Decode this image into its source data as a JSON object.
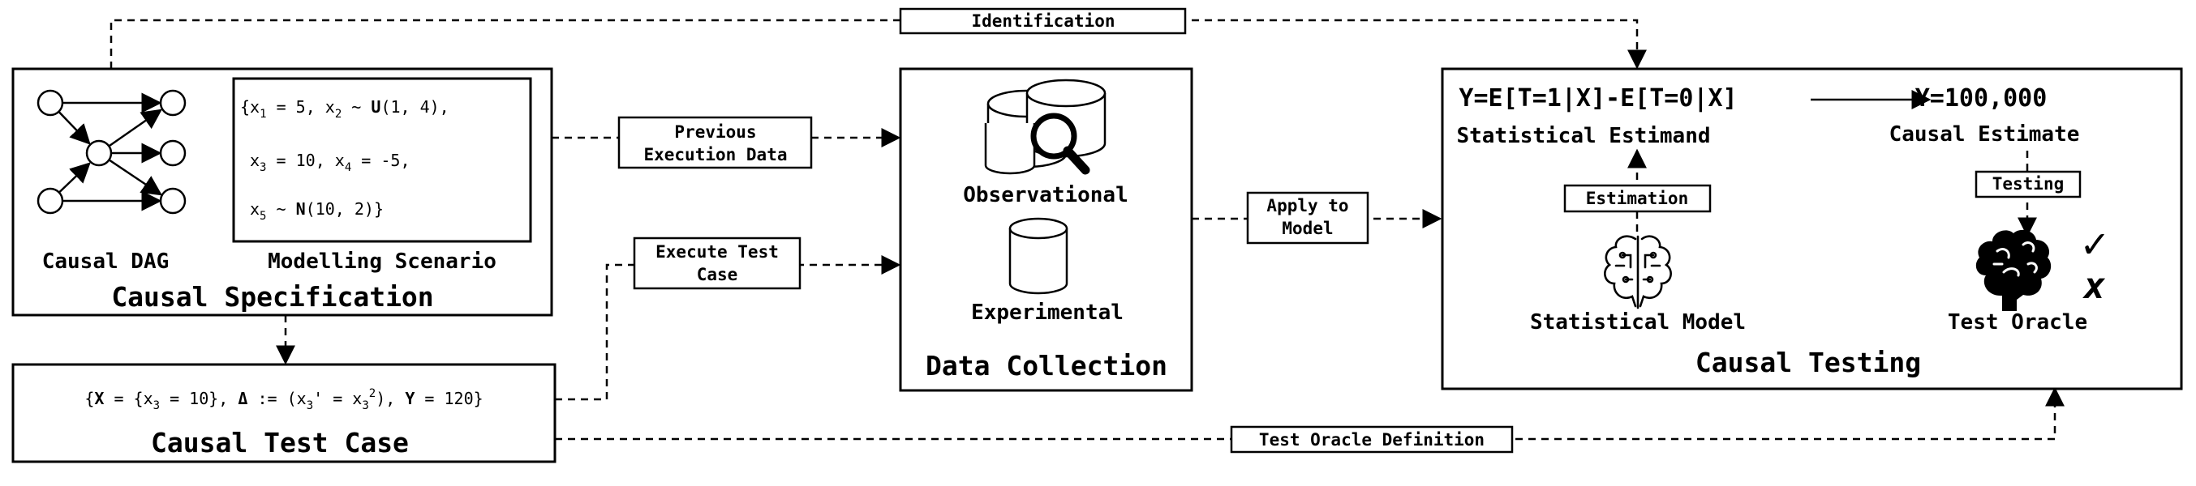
{
  "causal_specification": {
    "title": "Causal Specification",
    "dag_label": "Causal DAG",
    "scenario_label": "Modelling Scenario",
    "scenario_lines": [
      [
        {
          "t": "{x"
        },
        {
          "t": "1",
          "s": "sub"
        },
        {
          "t": " = 5, x"
        },
        {
          "t": "2",
          "s": "sub"
        },
        {
          "t": " ~ "
        },
        {
          "t": "U",
          "s": "b"
        },
        {
          "t": "(1, 4),"
        }
      ],
      [
        {
          "t": "x"
        },
        {
          "t": "3",
          "s": "sub"
        },
        {
          "t": " = 10, x"
        },
        {
          "t": "4",
          "s": "sub"
        },
        {
          "t": " = -5,"
        }
      ],
      [
        {
          "t": "x"
        },
        {
          "t": "5",
          "s": "sub"
        },
        {
          "t": " ~ "
        },
        {
          "t": "N",
          "s": "b"
        },
        {
          "t": "(10, 2)}"
        }
      ]
    ]
  },
  "causal_test_case": {
    "title": "Causal Test Case",
    "content": [
      {
        "t": "{"
      },
      {
        "t": "X",
        "s": "b"
      },
      {
        "t": " = {x"
      },
      {
        "t": "3",
        "s": "sub"
      },
      {
        "t": " = 10}, "
      },
      {
        "t": "Δ",
        "s": "b"
      },
      {
        "t": " := (x"
      },
      {
        "t": "3",
        "s": "sub"
      },
      {
        "t": "' = x"
      },
      {
        "t": "3",
        "s": "sub"
      },
      {
        "t": "2",
        "s": "sup"
      },
      {
        "t": "), "
      },
      {
        "t": "Y",
        "s": "b"
      },
      {
        "t": " = 120}"
      }
    ]
  },
  "data_collection": {
    "title": "Data Collection",
    "observational_label": "Observational",
    "experimental_label": "Experimental"
  },
  "causal_testing": {
    "title": "Causal Testing",
    "estimand_formula": "Y=E[T=1|X]-E[T=0|X]",
    "estimand_label": "Statistical Estimand",
    "estimate_value": "Y=100,000",
    "estimate_label": "Causal Estimate",
    "estimation_label": "Estimation",
    "testing_label": "Testing",
    "model_label": "Statistical Model",
    "oracle_label": "Test Oracle",
    "check_mark": "✓",
    "cross_mark": "x"
  },
  "edge_labels": {
    "identification": "Identification",
    "previous_execution": [
      "Previous",
      "Execution Data"
    ],
    "execute_test_case": [
      "Execute Test",
      "Case"
    ],
    "apply_to_model": [
      "Apply to",
      "Model"
    ],
    "test_oracle_definition": "Test Oracle Definition"
  },
  "icons": [
    "database-magnifier-icon",
    "database-icon",
    "ai-chip-brain-icon",
    "brain-icon",
    "check-icon",
    "cross-icon"
  ]
}
